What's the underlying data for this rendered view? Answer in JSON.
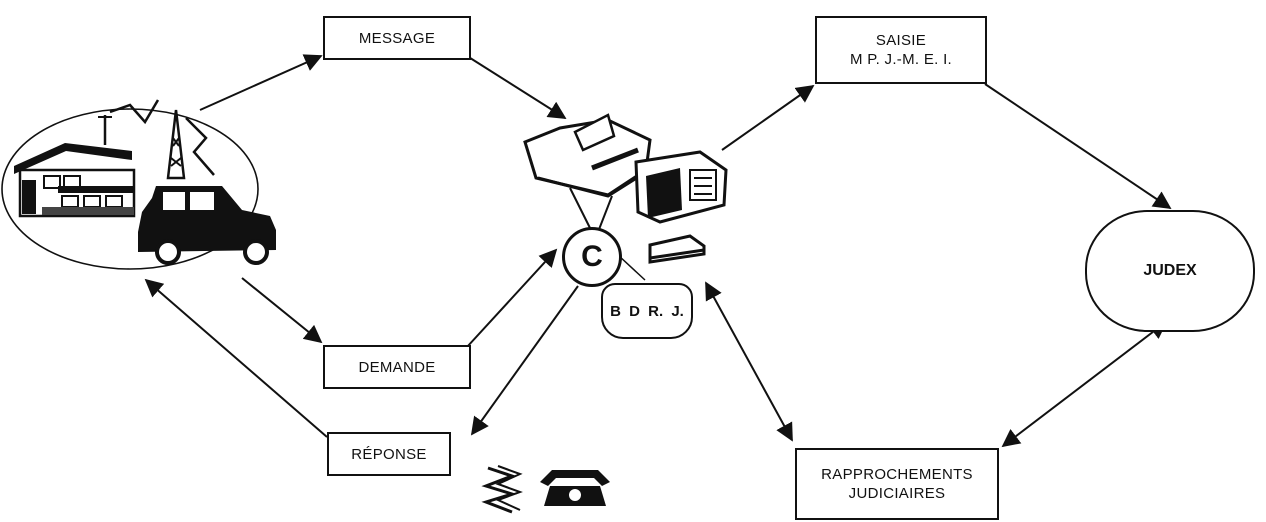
{
  "diagram": {
    "message_label": "MESSAGE",
    "demande_label": "DEMANDE",
    "reponse_label": "RÉPONSE",
    "saisie_line1": "SAISIE",
    "saisie_line2": "M P. J.-M. E. I.",
    "rapprochements_line1": "RAPPROCHEMENTS",
    "rapprochements_line2": "JUDICIAIRES",
    "judex_label": "JUDEX",
    "bdrj_label": "B D R. J.",
    "c_label": "C"
  }
}
